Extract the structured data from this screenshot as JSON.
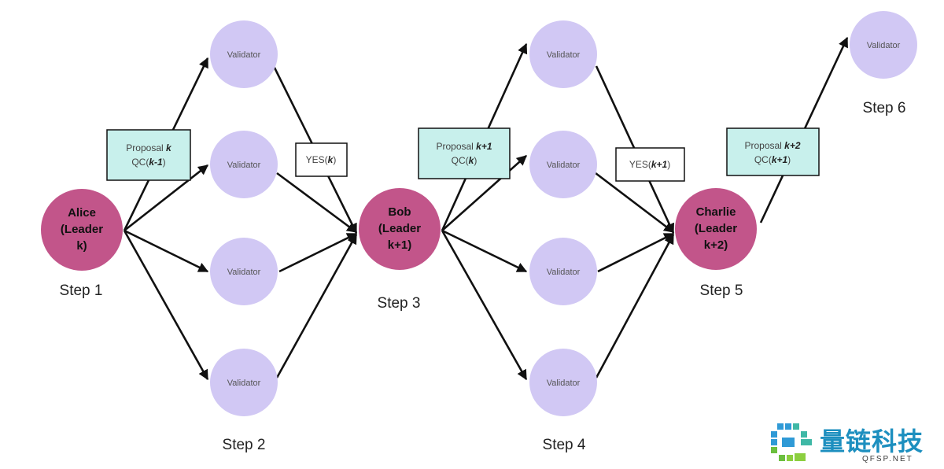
{
  "leaders": [
    {
      "id": "alice",
      "label": [
        "Alice",
        "(Leader",
        "k)"
      ],
      "step": "Step 1"
    },
    {
      "id": "bob",
      "label": [
        "Bob",
        "(Leader",
        "k+1)"
      ],
      "step": "Step 3"
    },
    {
      "id": "charlie",
      "label": [
        "Charlie",
        "(Leader",
        "k+2)"
      ],
      "step": "Step 5"
    }
  ],
  "validator_label": "Validator",
  "steps": {
    "step2": "Step 2",
    "step4": "Step 4",
    "step6": "Step 6"
  },
  "proposals": [
    {
      "line1_prefix": "Proposal ",
      "line1_bold": "k",
      "line2_prefix": "QC(",
      "line2_bold": "k-1",
      "line2_suffix": ")"
    },
    {
      "line1_prefix": "Proposal ",
      "line1_bold": "k+1",
      "line2_prefix": "QC(",
      "line2_bold": "k",
      "line2_suffix": ")"
    },
    {
      "line1_prefix": "Proposal ",
      "line1_bold": "k+2",
      "line2_prefix": "QC(",
      "line2_bold": "k+1",
      "line2_suffix": ")"
    }
  ],
  "votes": [
    {
      "prefix": "YES(",
      "bold": "k",
      "suffix": ")"
    },
    {
      "prefix": "YES(",
      "bold": "k+1",
      "suffix": ")"
    }
  ],
  "colors": {
    "leader": "#c2558a",
    "validator": "#d1c8f4",
    "proposal_box": "#c8f0ec",
    "vote_box": "#ffffff",
    "edge": "#111111"
  },
  "watermark": {
    "text": "量链科技",
    "url": "QFSP.NET"
  }
}
